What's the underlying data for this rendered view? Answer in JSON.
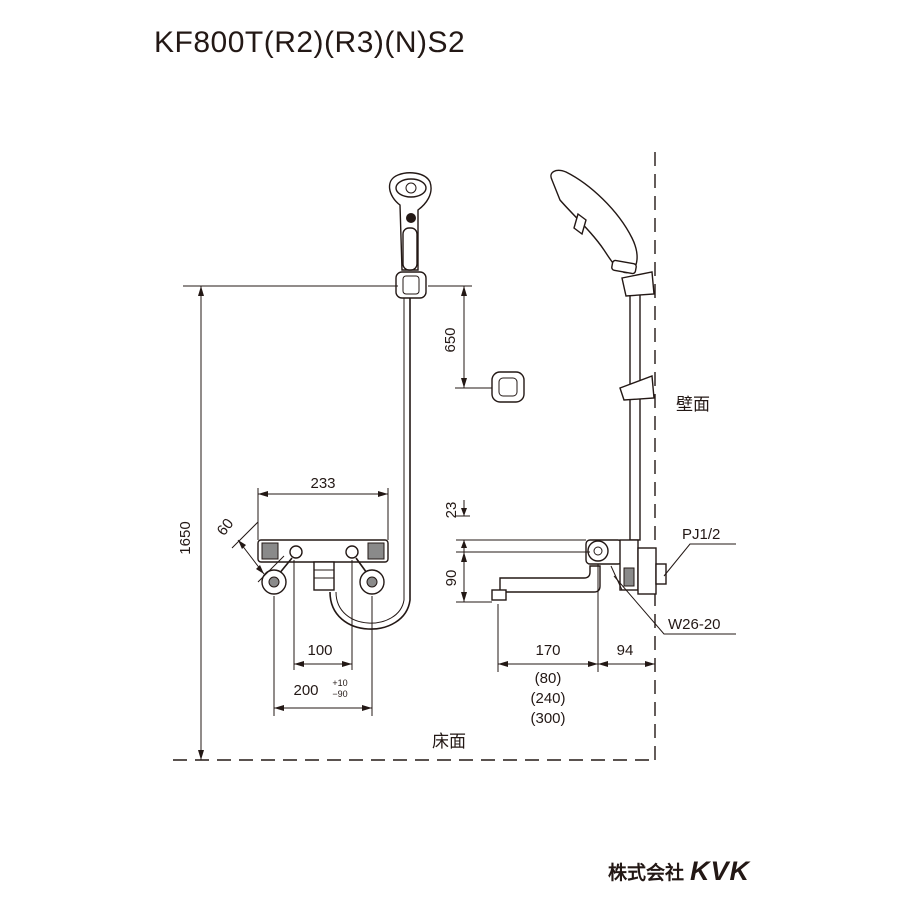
{
  "title": "KF800T(R2)(R3)(N)S2",
  "dimensions": {
    "total_height": "1650",
    "bracket_gap": "650",
    "body_width": "233",
    "depth": "60",
    "inlet_pitch": "100",
    "wall_inlet": "200",
    "tol_plus": "+10",
    "tol_minus": "−90",
    "top_offset": "23",
    "spout_height": "90",
    "spout_length": "170",
    "spout_options": [
      "(80)",
      "(240)",
      "(300)"
    ],
    "wall_offset": "94",
    "pipe_thread": "PJ1/2",
    "union_thread": "W26-20"
  },
  "labels": {
    "wall": "壁面",
    "floor": "床面"
  },
  "brand": {
    "company": "株式会社",
    "logo": "KVK"
  }
}
